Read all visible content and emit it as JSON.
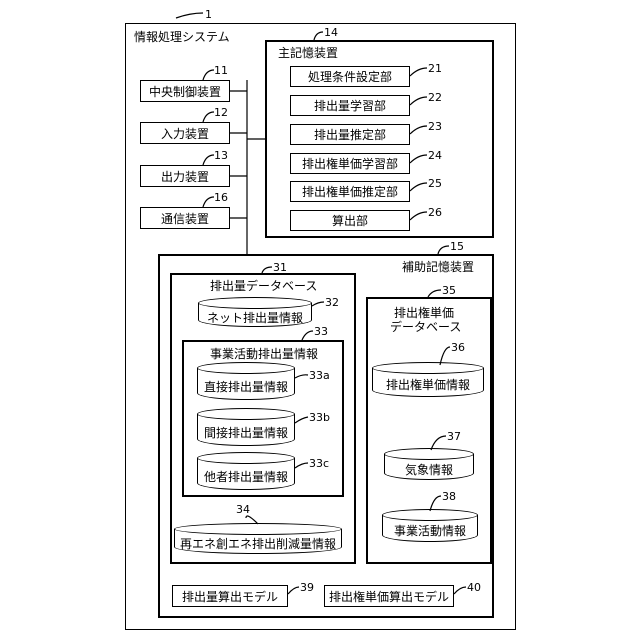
{
  "system": {
    "title": "情報処理システム",
    "ref": "1"
  },
  "left_devices": [
    {
      "label": "中央制御装置",
      "ref": "11"
    },
    {
      "label": "入力装置",
      "ref": "12"
    },
    {
      "label": "出力装置",
      "ref": "13"
    },
    {
      "label": "通信装置",
      "ref": "16"
    }
  ],
  "main_storage": {
    "title": "主記憶装置",
    "ref": "14",
    "units": [
      {
        "label": "処理条件設定部",
        "ref": "21"
      },
      {
        "label": "排出量学習部",
        "ref": "22"
      },
      {
        "label": "排出量推定部",
        "ref": "23"
      },
      {
        "label": "排出権単価学習部",
        "ref": "24"
      },
      {
        "label": "排出権単価推定部",
        "ref": "25"
      },
      {
        "label": "算出部",
        "ref": "26"
      }
    ]
  },
  "aux_storage": {
    "title": "補助記憶装置",
    "ref": "15",
    "emission_db": {
      "title": "排出量データベース",
      "ref": "31",
      "net": {
        "label": "ネット排出量情報",
        "ref": "32"
      },
      "business": {
        "title": "事業活動排出量情報",
        "ref": "33",
        "items": [
          {
            "label": "直接排出量情報",
            "ref": "33a"
          },
          {
            "label": "間接排出量情報",
            "ref": "33b"
          },
          {
            "label": "他者排出量情報",
            "ref": "33c"
          }
        ]
      },
      "renewable": {
        "label": "再エネ創エネ排出削減量情報",
        "ref": "34"
      }
    },
    "price_db": {
      "title_line1": "排出権単価",
      "title_line2": "データベース",
      "ref": "35",
      "items": [
        {
          "label": "排出権単価情報",
          "ref": "36"
        },
        {
          "label": "気象情報",
          "ref": "37"
        },
        {
          "label": "事業活動情報",
          "ref": "38"
        }
      ]
    },
    "models": [
      {
        "label": "排出量算出モデル",
        "ref": "39"
      },
      {
        "label": "排出権単価算出モデル",
        "ref": "40"
      }
    ]
  }
}
